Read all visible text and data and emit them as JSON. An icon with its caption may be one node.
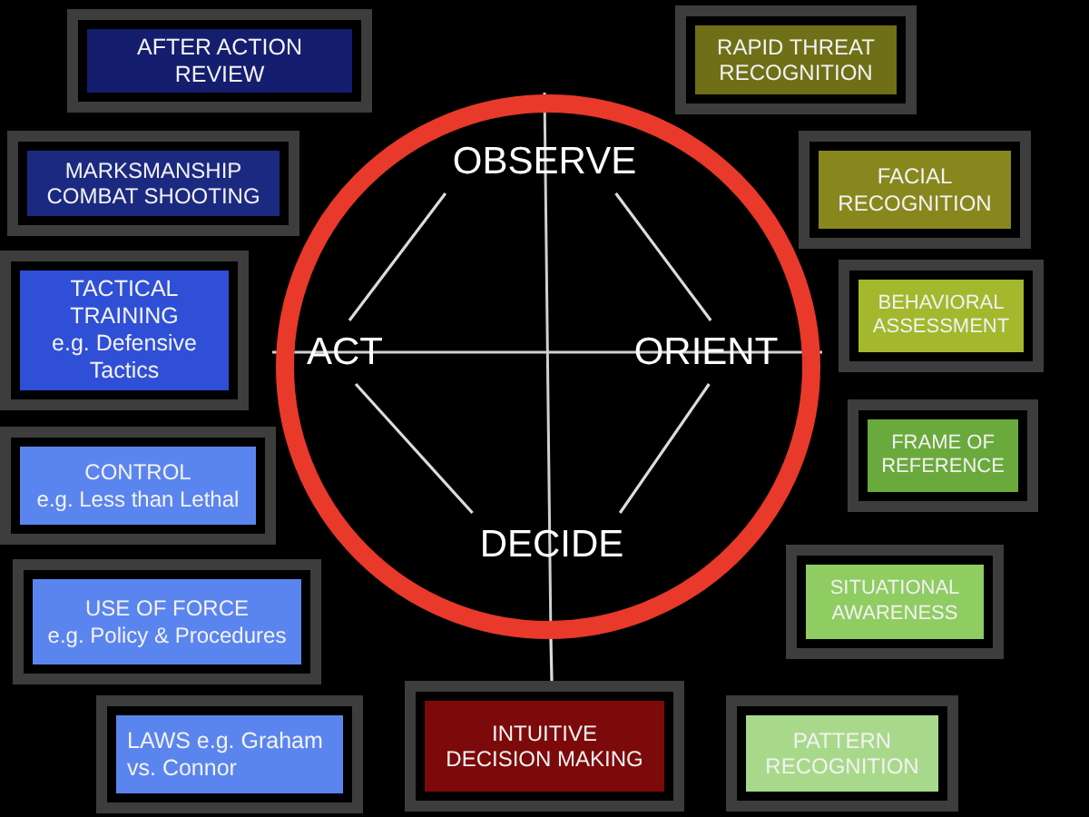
{
  "diagram": {
    "nodes": [
      {
        "text": [],
        "shape": "circle"
      },
      {
        "text": [
          "OBSERVE"
        ],
        "in": 0
      },
      {
        "text": [
          "ORIENT"
        ],
        "in": 0
      },
      {
        "text": [
          "DECIDE"
        ],
        "in": 0
      },
      {
        "text": [
          "ACT"
        ],
        "in": 0
      },
      {
        "text": [
          "AFTER ACTION REVIEW"
        ]
      },
      {
        "text": [
          "MARKSMANSHIP COMBAT SHOOTING"
        ]
      },
      {
        "text": [
          "TACTICAL TRAINING",
          "e.g. Defensive Tactics"
        ]
      },
      {
        "text": [
          "CONTROL",
          "e.g. Less than Lethal"
        ]
      },
      {
        "text": [
          "USE OF FORCE",
          "e.g. Policy & Procedures"
        ]
      },
      {
        "text": [
          "LAWS e.g. Graham vs. Connor"
        ]
      },
      {
        "text": [
          "RAPID THREAT RECOGNITION"
        ]
      },
      {
        "text": [
          "FACIAL RECOGNITION"
        ]
      },
      {
        "text": [
          "BEHAVIORAL ASSESSMENT"
        ]
      },
      {
        "text": [
          "FRAME OF REFERENCE"
        ]
      },
      {
        "text": [
          "SITUATIONAL AWARENESS"
        ]
      },
      {
        "text": [
          "PATTERN RECOGNITION"
        ]
      },
      {
        "text": [
          "INTUITIVE DECISION MAKING"
        ]
      }
    ],
    "edges": [
      {
        "from": 1,
        "to": 2,
        "arrow": "none"
      },
      {
        "from": 2,
        "to": 3,
        "arrow": "none"
      },
      {
        "from": 3,
        "to": 4,
        "arrow": "none"
      },
      {
        "from": 4,
        "to": 1,
        "arrow": "none"
      },
      {
        "from": 0,
        "to": 17,
        "arrow": "none"
      }
    ]
  }
}
